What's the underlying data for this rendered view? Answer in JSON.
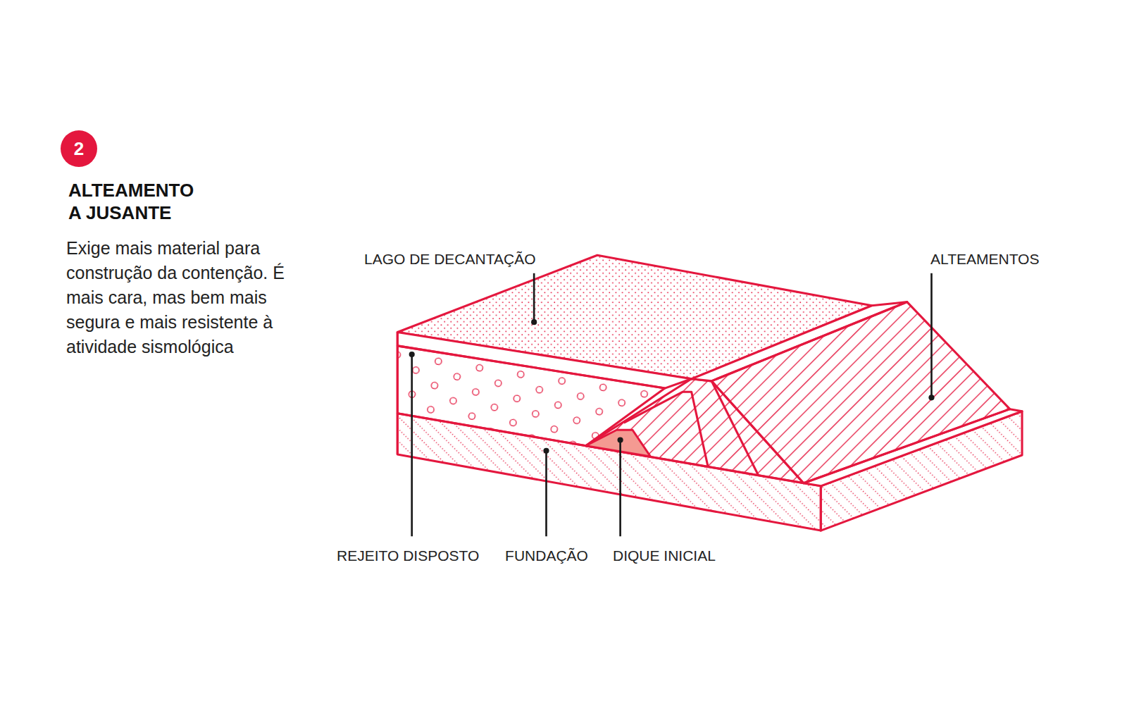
{
  "diagram": {
    "title": "ALTEAMENTO A JUSANTE",
    "caption": "Exige mais material para construção da contenção. É mais cara, mas bem mais segura e mais resistente à atividade sismológica",
    "nodes": [
      {
        "text": [
          "2"
        ]
      }
    ],
    "labels": [
      "LAGO DE DECANTAÇÃO",
      "ALTEAMENTOS",
      "REJEITO DISPOSTO",
      "FUNDAÇÃO",
      "DIQUE INICIAL"
    ]
  }
}
